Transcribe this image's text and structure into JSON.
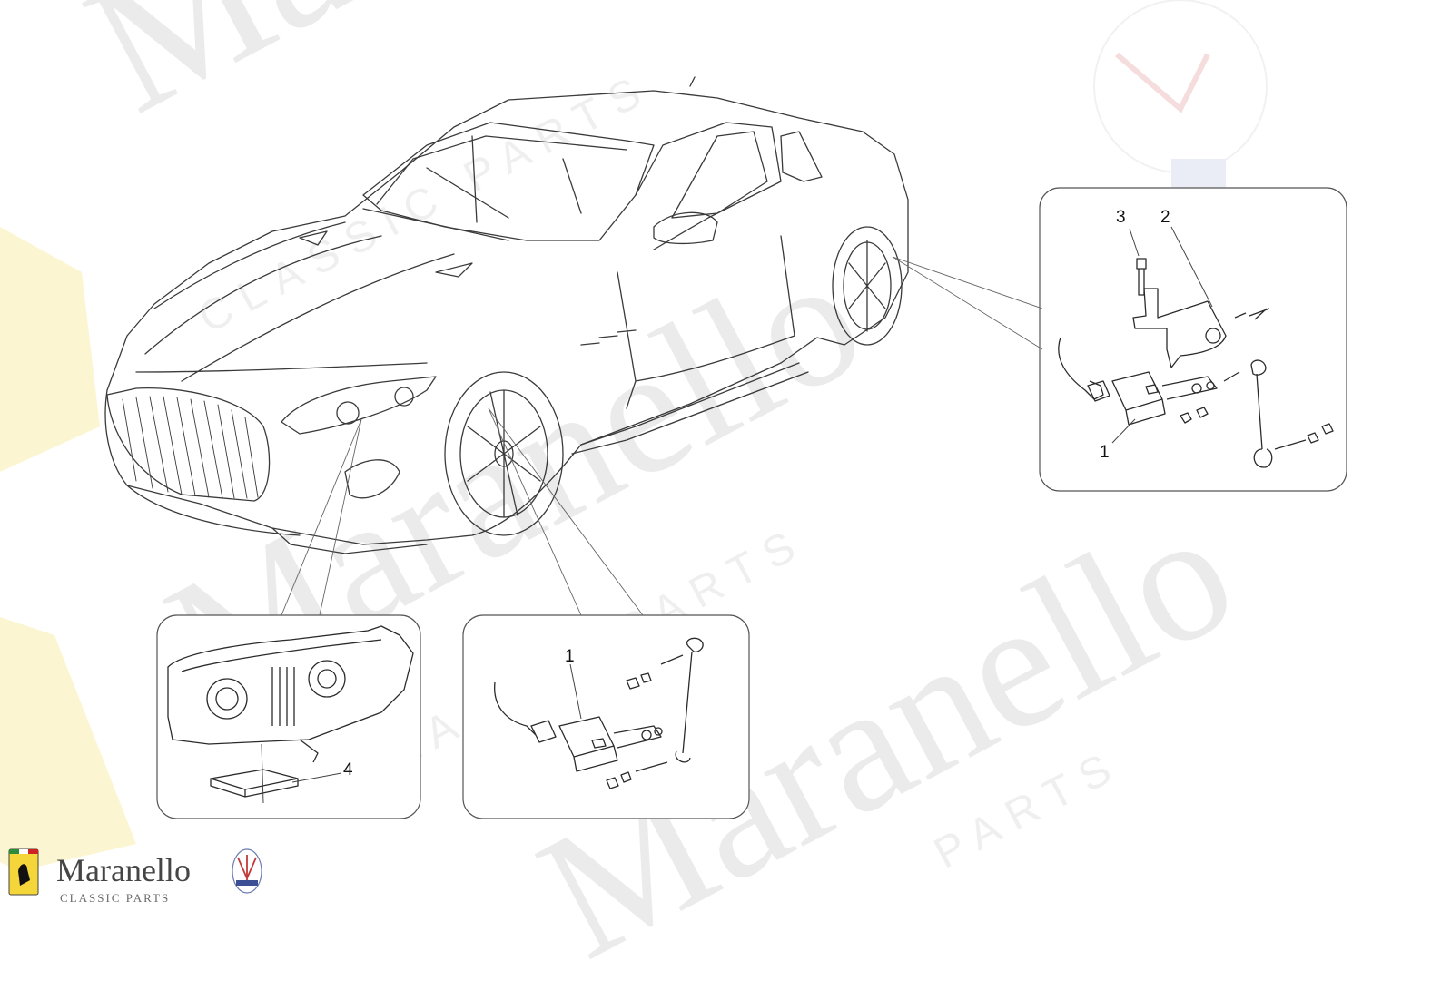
{
  "watermark": {
    "brand": "Maranello",
    "line1": "CLASSIC PARTS",
    "line2": "PARTS"
  },
  "callouts": {
    "c1_top": "1",
    "c2_top": "2",
    "c3_top": "3",
    "c1_bottom": "1",
    "c4": "4"
  },
  "logo": {
    "name": "Maranello",
    "subtitle": "CLASSIC PARTS",
    "shield_icon": "ferrari-shield-icon",
    "trident_icon": "maserati-trident-icon"
  },
  "colors": {
    "line": "#3a3a3a",
    "leader": "#777777",
    "watermark": "#e8e8e8",
    "ferrari_yellow": "#f4d63a"
  }
}
